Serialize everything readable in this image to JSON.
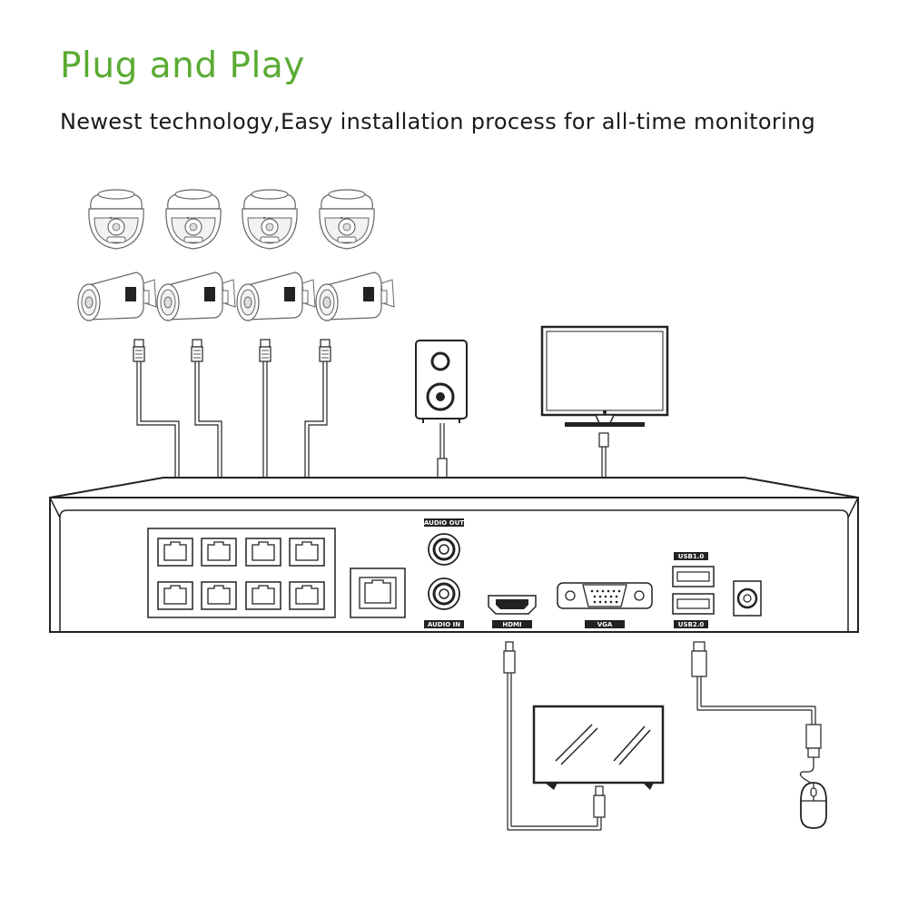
{
  "header": {
    "title": "Plug and Play",
    "subtitle": "Newest technology,Easy installation process for all-time monitoring"
  },
  "ports": {
    "audio_out": "AUDIO OUT",
    "audio_in": "AUDIO IN",
    "hdmi": "HDMI",
    "vga": "VGA",
    "usb1": "USB1.0",
    "usb2": "USB2.0"
  },
  "icons": {
    "dome_camera": "dome-camera-icon",
    "bullet_camera": "bullet-camera-icon",
    "speaker": "speaker-icon",
    "monitor": "monitor-icon",
    "tv": "tv-icon",
    "mouse": "mouse-icon",
    "nvr": "nvr-device"
  },
  "colors": {
    "title": "#5aab33",
    "line": "#222222"
  }
}
